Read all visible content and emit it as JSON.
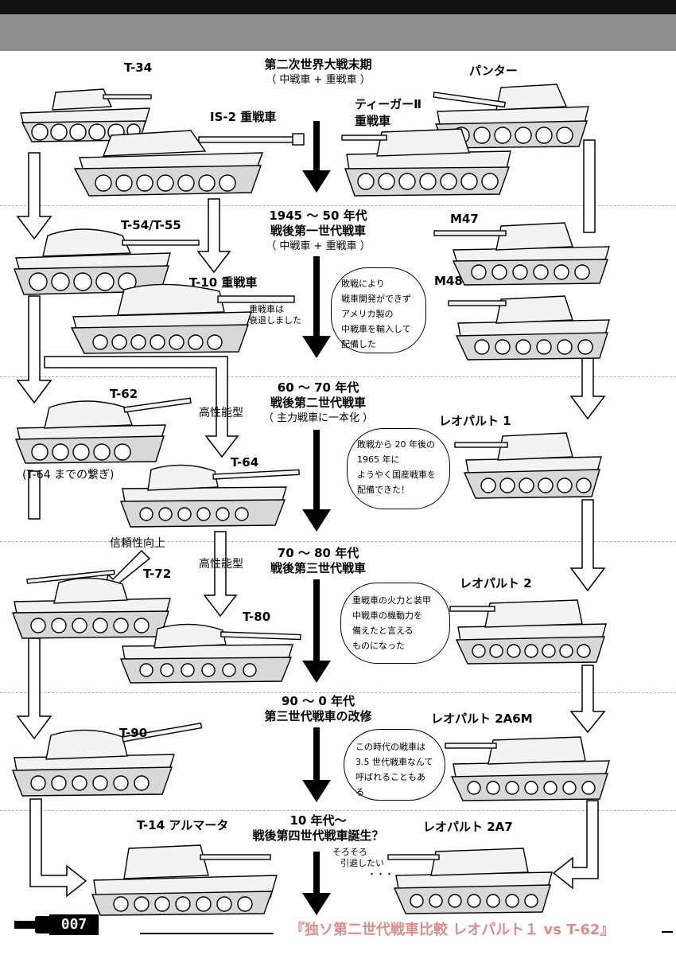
{
  "page": {
    "number": "007"
  },
  "footer": {
    "title": "『独ソ第二世代戦車比較 レオパルト１ vs T-62』"
  },
  "eras": [
    {
      "line1": "第二次世界大戦末期",
      "line2": "（ 中戦車 + 重戦車 ）"
    },
    {
      "line1": "1945 ～ 50 年代",
      "line2": "戦後第一世代戦車",
      "line3": "（ 中戦車 + 重戦車 ）"
    },
    {
      "line1": "60 ～ 70 年代",
      "line2": "戦後第二世代戦車",
      "line3": "（ 主力戦車に一本化 ）"
    },
    {
      "line1": "70 ～ 80 年代",
      "line2": "戦後第三世代戦車"
    },
    {
      "line1": "90 ～ 0 年代",
      "line2": "第三世代戦車の改修"
    },
    {
      "line1": "10 年代～",
      "line2": "戦後第四世代戦車誕生？"
    }
  ],
  "soviet_tanks": {
    "t34": "T-34",
    "is2": "IS-2 重戦車",
    "t54": "T-54/T-55",
    "t10": "T-10 重戦車",
    "t62": "T-62",
    "t64": "T-64",
    "t72": "T-72",
    "t80": "T-80",
    "t90": "T-90",
    "t14": "T-14 アルマータ"
  },
  "western_tanks": {
    "panther": "パンター",
    "tiger2_l1": "ティーガーⅡ",
    "tiger2_l2": "重戦車",
    "m47": "M47",
    "m48": "M48",
    "leo1": "レオパルト 1",
    "leo2": "レオパルト 2",
    "leo2a6m": "レオパルト 2A6M",
    "leo2a7": "レオパルト 2A7"
  },
  "annotations": {
    "heavy_decline_1": "重戦車は",
    "heavy_decline_2": "衰退しました",
    "high_perf_1": "高性能型",
    "high_perf_2": "高性能型",
    "link_t64": "(T-64 までの繋ぎ)",
    "reliability": "信頼性向上",
    "retire_1": "そろそろ",
    "retire_2": "引退したい",
    "retire_3": "・・・"
  },
  "bubbles": {
    "b1": [
      "敗戦により",
      "戦車開発ができず",
      "アメリカ製の",
      "中戦車を輸入して",
      "配備した"
    ],
    "b2": [
      "敗戦から 20 年後の",
      "1965 年に",
      "ようやく国産戦車を",
      "配備できた！"
    ],
    "b3": [
      "重戦車の火力と装甲",
      "中戦車の機動力を",
      "備えたと言える",
      "ものになった"
    ],
    "b4": [
      "この時代の戦車は",
      "3.5 世代戦車なんて",
      "呼ばれることもある"
    ]
  }
}
